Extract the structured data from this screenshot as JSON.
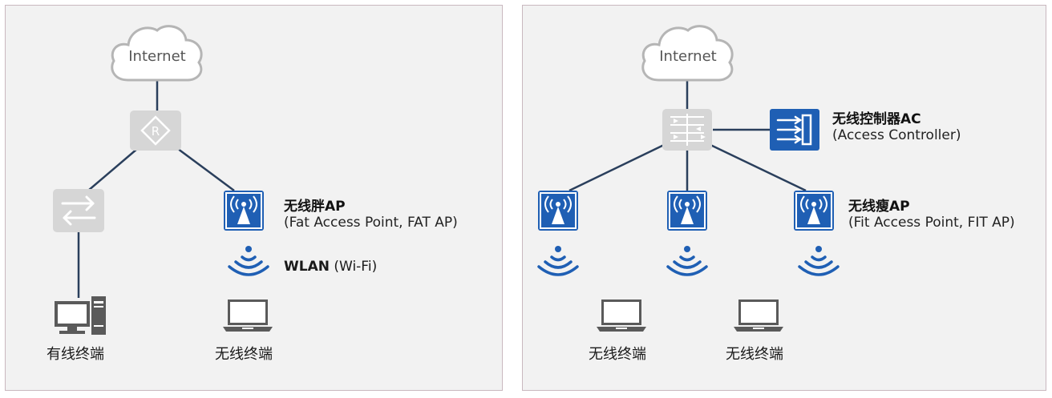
{
  "colors": {
    "link": "#2a3f5c",
    "ap_blue": "#1f5fb4",
    "device_grey": "#d6d6d6",
    "panel_bg": "#f2f2f2",
    "panel_border": "#c9b8bf"
  },
  "left": {
    "cloud_label": "Internet",
    "router_icon": "router-icon",
    "switch_icon": "switch-icon",
    "fat_ap": {
      "title": "无线胖AP",
      "subtitle": "(Fat Access Point, FAT AP)"
    },
    "wlan": {
      "title": "WLAN",
      "subtitle": "(Wi-Fi)"
    },
    "wired_terminal": "有线终端",
    "wireless_terminal": "无线终端"
  },
  "right": {
    "cloud_label": "Internet",
    "core_switch_icon": "core-switch-icon",
    "ac": {
      "title": "无线控制器AC",
      "subtitle": "(Access Controller)"
    },
    "fit_ap": {
      "title": "无线瘦AP",
      "subtitle": "(Fit Access Point, FIT AP)"
    },
    "wireless_terminal_1": "无线终端",
    "wireless_terminal_2": "无线终端"
  }
}
